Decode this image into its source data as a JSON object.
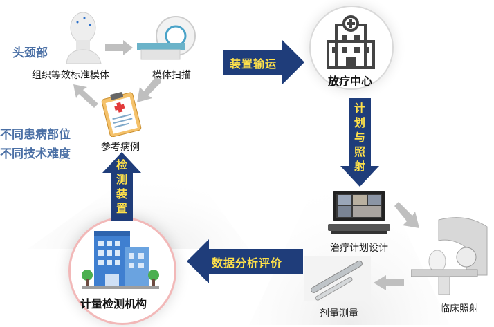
{
  "labels": {
    "head_neck": "头颈部",
    "phantom": "组织等效标准模体",
    "phantom_scan": "模体扫描",
    "reference_case": "参考病例",
    "diff_sites": "不同患病部位",
    "diff_difficulty": "不同技术难度",
    "radiotherapy_center": "放疗中心",
    "treatment_planning": "治疗计划设计",
    "clinical_irradiation": "临床照射",
    "dose_measurement": "剂量测量",
    "metrology_institution": "计量检测机构"
  },
  "arrows": {
    "device_transport": "装置输运",
    "plan_irradiation": [
      "计",
      "划",
      "与",
      "照",
      "射"
    ],
    "detection_device": [
      "检",
      "测",
      "装",
      "置"
    ],
    "data_analysis": "数据分析评价"
  },
  "colors": {
    "arrow_fill": "#1f3d7a",
    "arrow_text": "#ffe14a",
    "label_blue": "#4a6fa5"
  }
}
